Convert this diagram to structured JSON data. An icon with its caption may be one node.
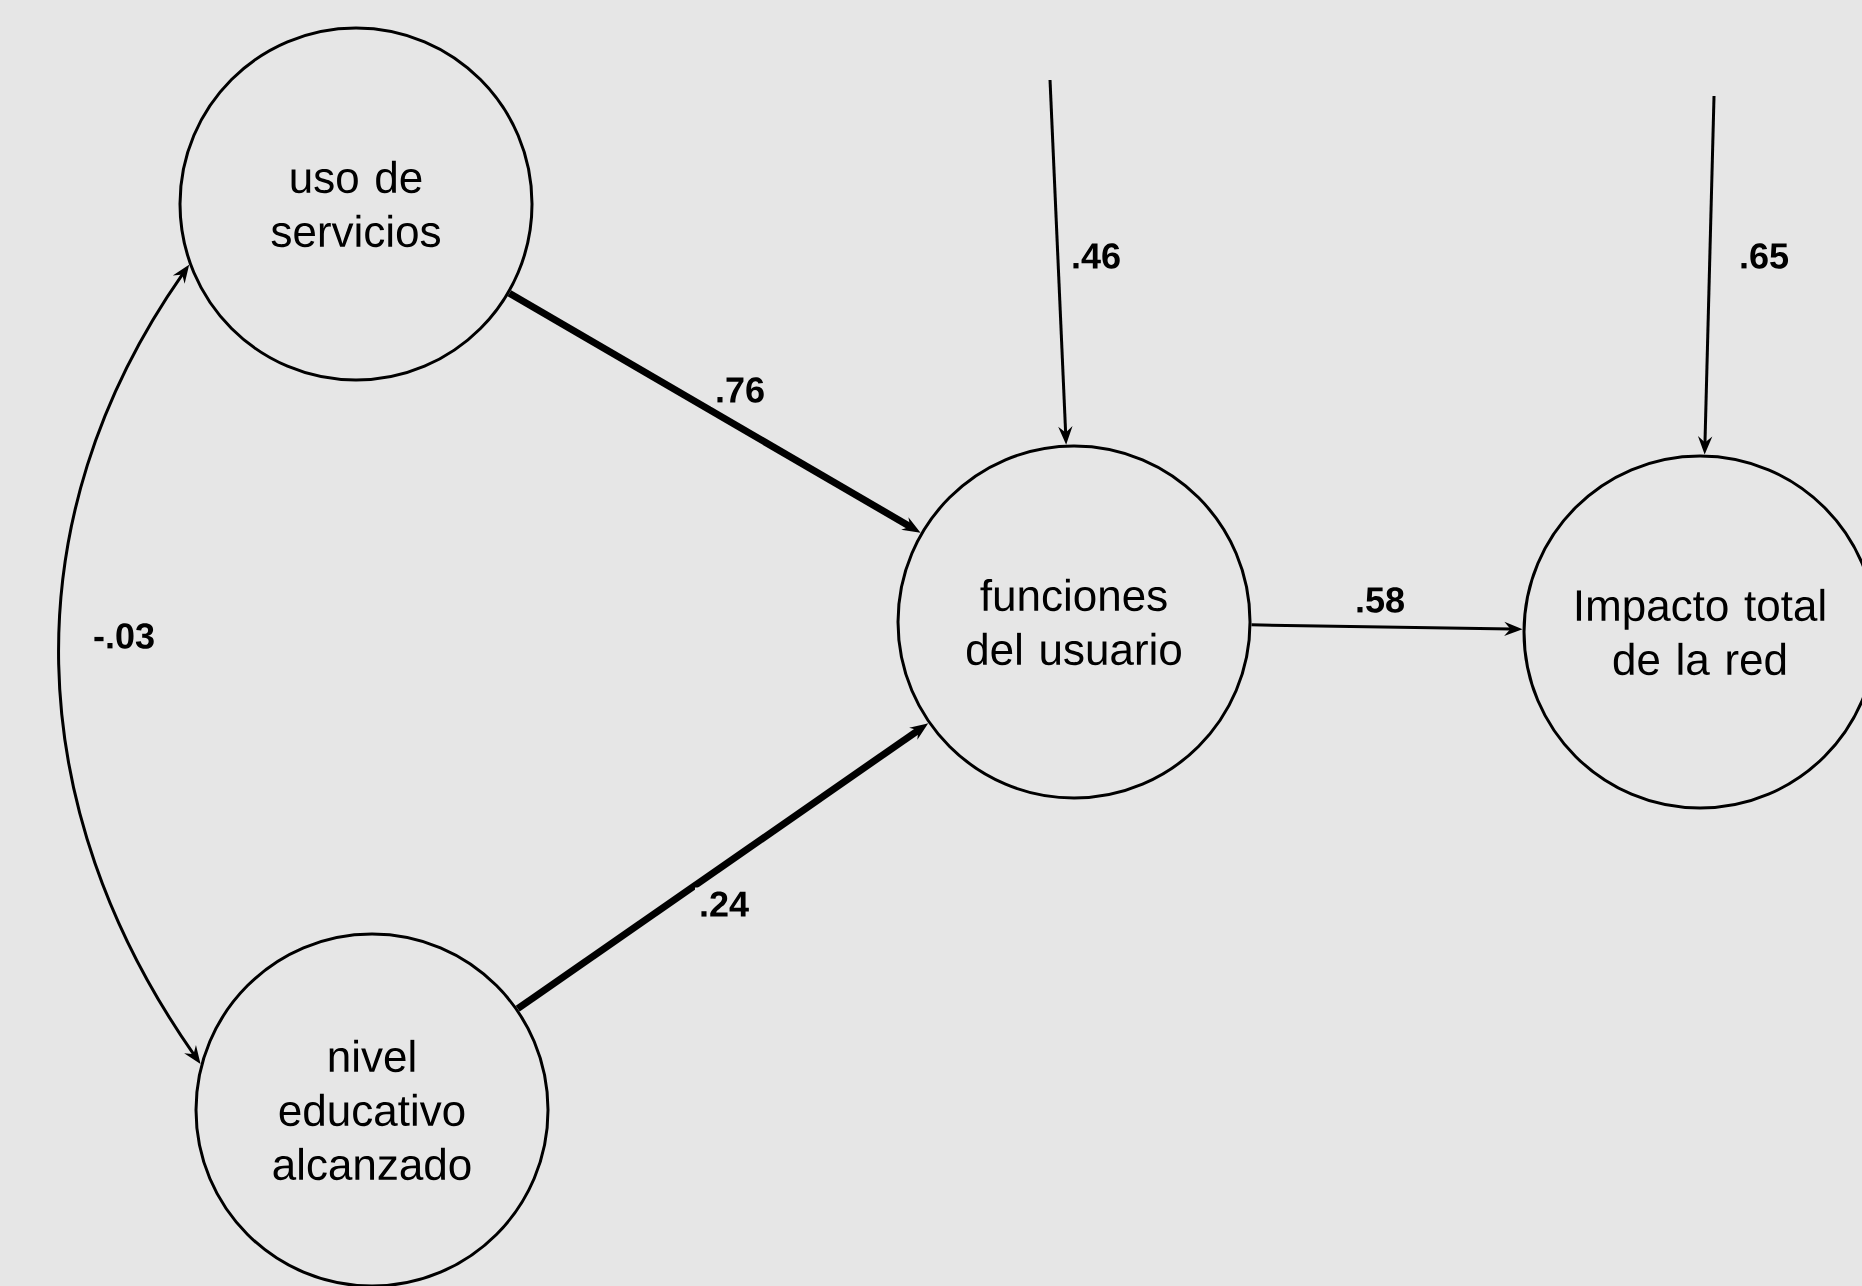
{
  "diagram": {
    "nodes": [
      {
        "text": [
          "uso de servicios"
        ]
      },
      {
        "text": [
          "funciones del usuario"
        ]
      },
      {
        "text": [
          "Impacto total de la red"
        ]
      },
      {
        "text": [
          "nivel educativo alcanzado"
        ]
      }
    ],
    "edges": [
      {
        "from": 0,
        "to": 1,
        "arrow": "to",
        "label": ".76",
        "style": "thick"
      },
      {
        "from": 3,
        "to": 1,
        "arrow": "to",
        "label": ".24",
        "style": "thick"
      },
      {
        "from": 1,
        "to": 2,
        "arrow": "to",
        "label": ".58"
      },
      {
        "from": null,
        "to": 1,
        "arrow": "to",
        "label": ".46"
      },
      {
        "from": null,
        "to": 2,
        "arrow": "to",
        "label": ".65"
      },
      {
        "from": 0,
        "to": 3,
        "arrow": "both",
        "label": "-.03"
      }
    ]
  }
}
